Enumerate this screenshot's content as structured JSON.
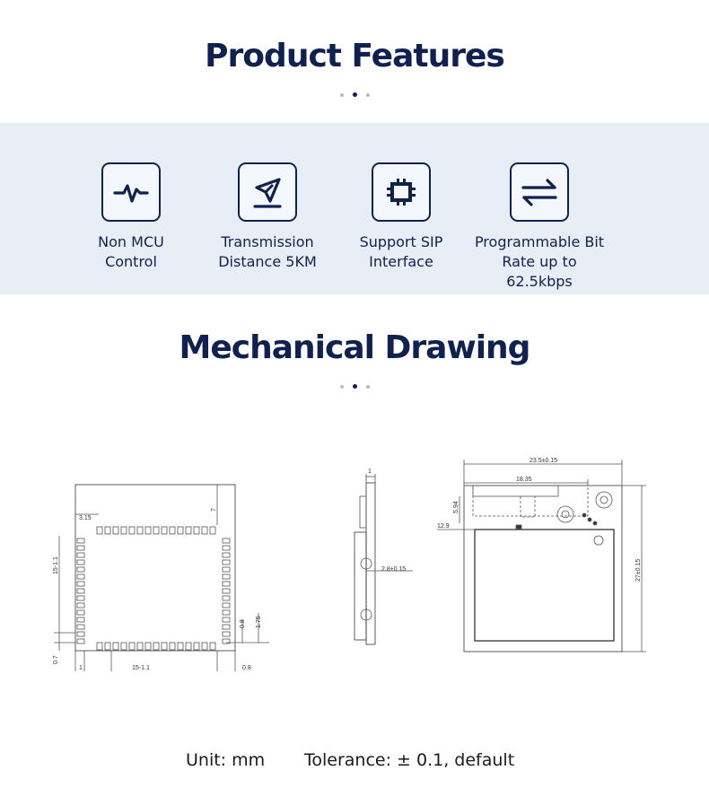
{
  "features_section": {
    "title": "Product Features",
    "items": [
      {
        "label": "Non MCU\nControl",
        "icon": "pulse-icon"
      },
      {
        "label": "Transmission\nDistance 5KM",
        "icon": "send-icon"
      },
      {
        "label": "Support SIP\nInterface",
        "icon": "chip-icon"
      },
      {
        "label": "Programmable Bit\nRate up to 62.5kbps",
        "icon": "exchange-arrows-icon"
      }
    ]
  },
  "drawing_section": {
    "title": "Mechanical Drawing",
    "dimensions": {
      "top_pad_offset": "3.15",
      "top_margin": "7",
      "left_pins": "15-1.1",
      "pin_gap_a": "0.8",
      "pin_gap_b": "1.75",
      "bottom_edge": "0.7",
      "bottom_pin": "1",
      "bottom_pins": "15-1.1",
      "corner_pin": "0.8",
      "side_thickness": "1",
      "side_height": "2.8±0.15",
      "width": "23.5±0.15",
      "antenna_length": "18.35",
      "antenna_height": "5.94",
      "shield_offset": "12.9",
      "height": "27±0.15"
    }
  },
  "footer": {
    "unit": "Unit: mm",
    "tolerance": "Tolerance: ± 0.1, default"
  }
}
